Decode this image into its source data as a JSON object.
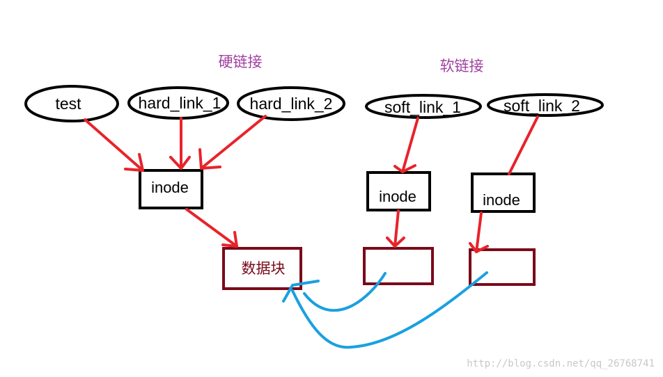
{
  "labels": {
    "hard_link": "硬链接",
    "soft_link": "软链接"
  },
  "nodes": {
    "test": "test",
    "hard_link_1": "hard_link_1",
    "hard_link_2": "hard_link_2",
    "soft_link_1": "soft_link_1",
    "soft_link_2": "soft_link_2",
    "inode_hard": "inode",
    "inode_soft_1": "inode",
    "inode_soft_2": "inode",
    "data_block": "数据块"
  },
  "watermark": "http://blog.csdn.net/qq_26768741",
  "colors": {
    "arrow": "#e8232a",
    "return_arrow": "#1aa0e0",
    "data_block_border": "#7a0a1a",
    "section_label": "#a040a0"
  }
}
